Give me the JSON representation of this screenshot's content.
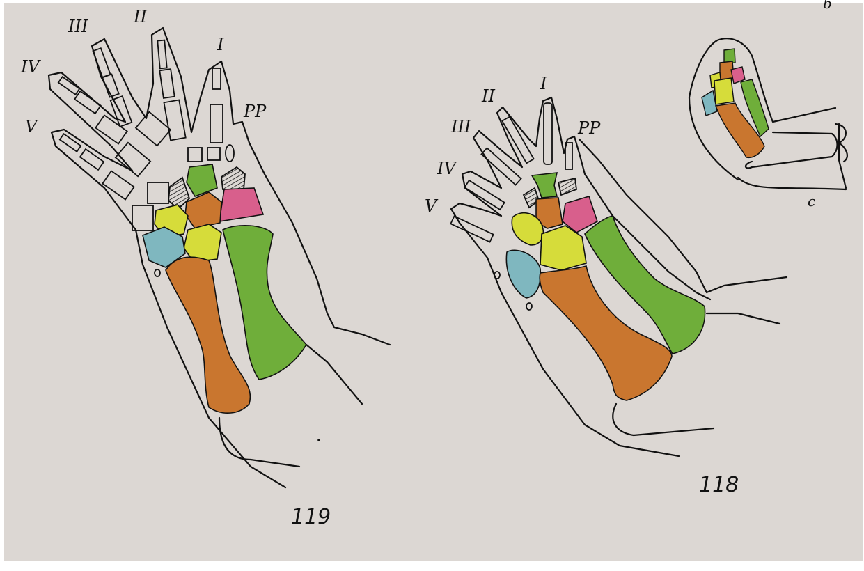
{
  "colors": {
    "paper": "#dcd7d3",
    "background": "#ffffff",
    "orange": "#c9762f",
    "green": "#6fae3a",
    "yellow": "#d6dc3a",
    "blue": "#7fb7bf",
    "pink": "#d85f8c"
  },
  "figure119": {
    "label": "119",
    "digits": [
      "I",
      "II",
      "III",
      "IV",
      "V"
    ],
    "prepollex": "PP"
  },
  "figure118": {
    "label": "118",
    "digits": [
      "I",
      "II",
      "III",
      "IV",
      "V"
    ],
    "prepollex": "PP"
  },
  "inset": {
    "label": "c",
    "corner_mark": "b"
  }
}
